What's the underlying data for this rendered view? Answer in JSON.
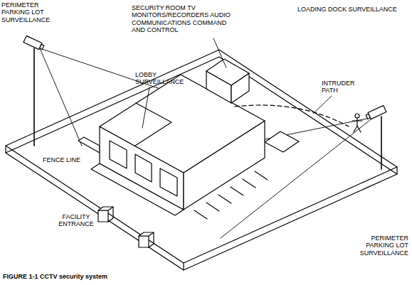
{
  "diagram": {
    "caption": "FIGURE 1-1 CCTV security system",
    "labels": [
      "PERIMETER PARKING LOT SURVEILLANCE",
      "SECURITY ROOM TV MONITORS/RECORDERS AUDIO COMMUNICATIONS COMMAND AND CONTROL",
      "LOADING DOCK SURVEILLANCE",
      "INTRUDER PATH",
      "LOBBY SURVEILLANCE",
      "FENCE LINE",
      "FACILITY ENTRANCE",
      "PERIMETER PARKING LOT SURVEILLANCE"
    ]
  }
}
